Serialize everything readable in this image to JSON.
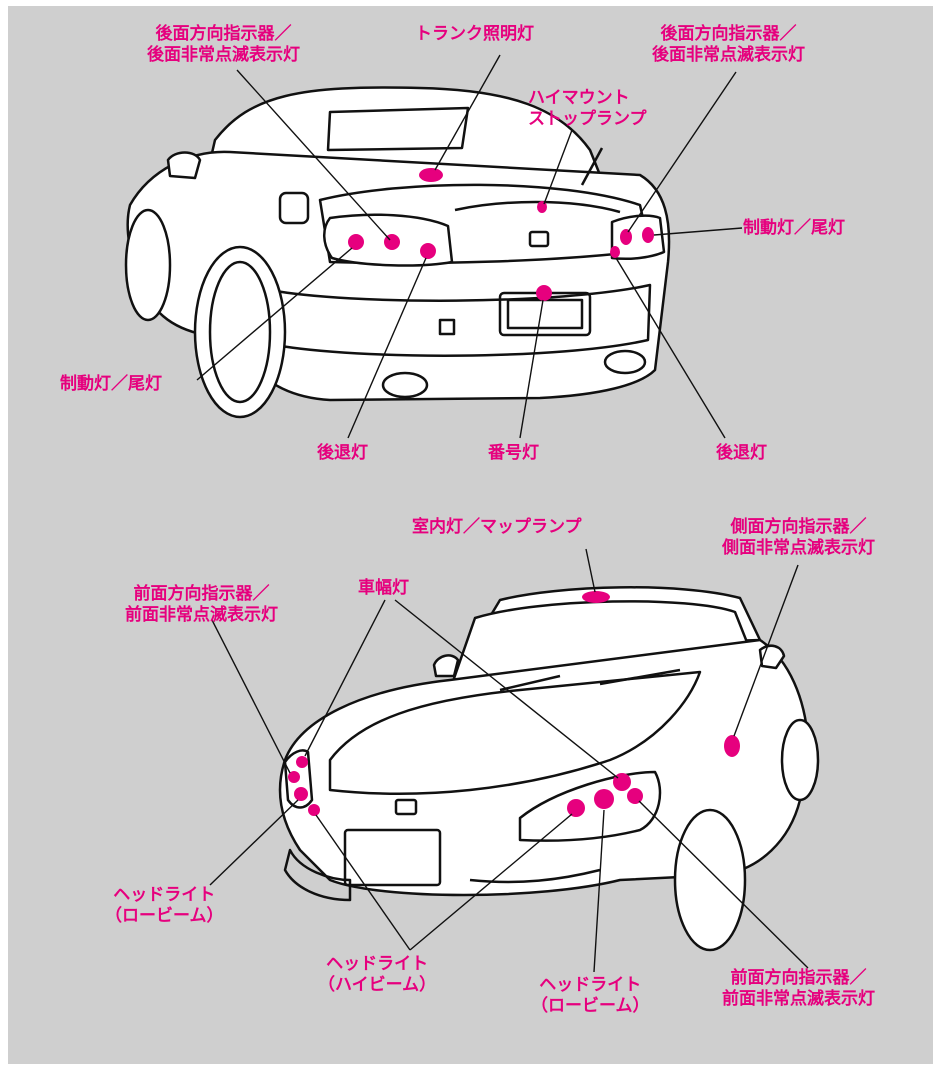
{
  "colors": {
    "background": "#cfcfcf",
    "label": "#e6007e",
    "marker": "#e6007e",
    "line": "#111111",
    "car_body": "#ffffff"
  },
  "rear_view": {
    "labels": {
      "turn_signal_left": [
        "後面方向指示器／",
        "後面非常点滅表示灯"
      ],
      "trunk_light": "トランク照明灯",
      "turn_signal_right": [
        "後面方向指示器／",
        "後面非常点滅表示灯"
      ],
      "high_mount_stop_lamp": [
        "ハイマウント",
        "ストップランプ"
      ],
      "brake_tail_right": "制動灯／尾灯",
      "brake_tail_left": "制動灯／尾灯",
      "backup_left": "後退灯",
      "license_plate_light": "番号灯",
      "backup_right": "後退灯"
    }
  },
  "front_view": {
    "labels": {
      "room_map_lamp": "室内灯／マップランプ",
      "side_turn_signal": [
        "側面方向指示器／",
        "側面非常点滅表示灯"
      ],
      "front_turn_signal_left": [
        "前面方向指示器／",
        "前面非常点滅表示灯"
      ],
      "clearance_lamp": "車幅灯",
      "headlight_low_left": [
        "ヘッドライト",
        "（ロービーム）"
      ],
      "headlight_high": [
        "ヘッドライト",
        "（ハイビーム）"
      ],
      "headlight_low_right": [
        "ヘッドライト",
        "（ロービーム）"
      ],
      "front_turn_signal_right": [
        "前面方向指示器／",
        "前面非常点滅表示灯"
      ]
    }
  }
}
